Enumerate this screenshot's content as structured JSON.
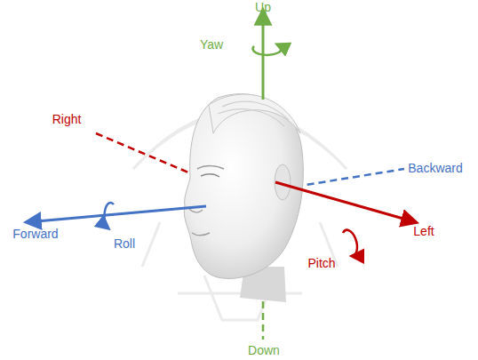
{
  "diagram": {
    "labels": [
      "Up",
      "Yaw",
      "Right",
      "Backward",
      "Forward",
      "Roll",
      "Pitch",
      "Left",
      "Down"
    ]
  }
}
